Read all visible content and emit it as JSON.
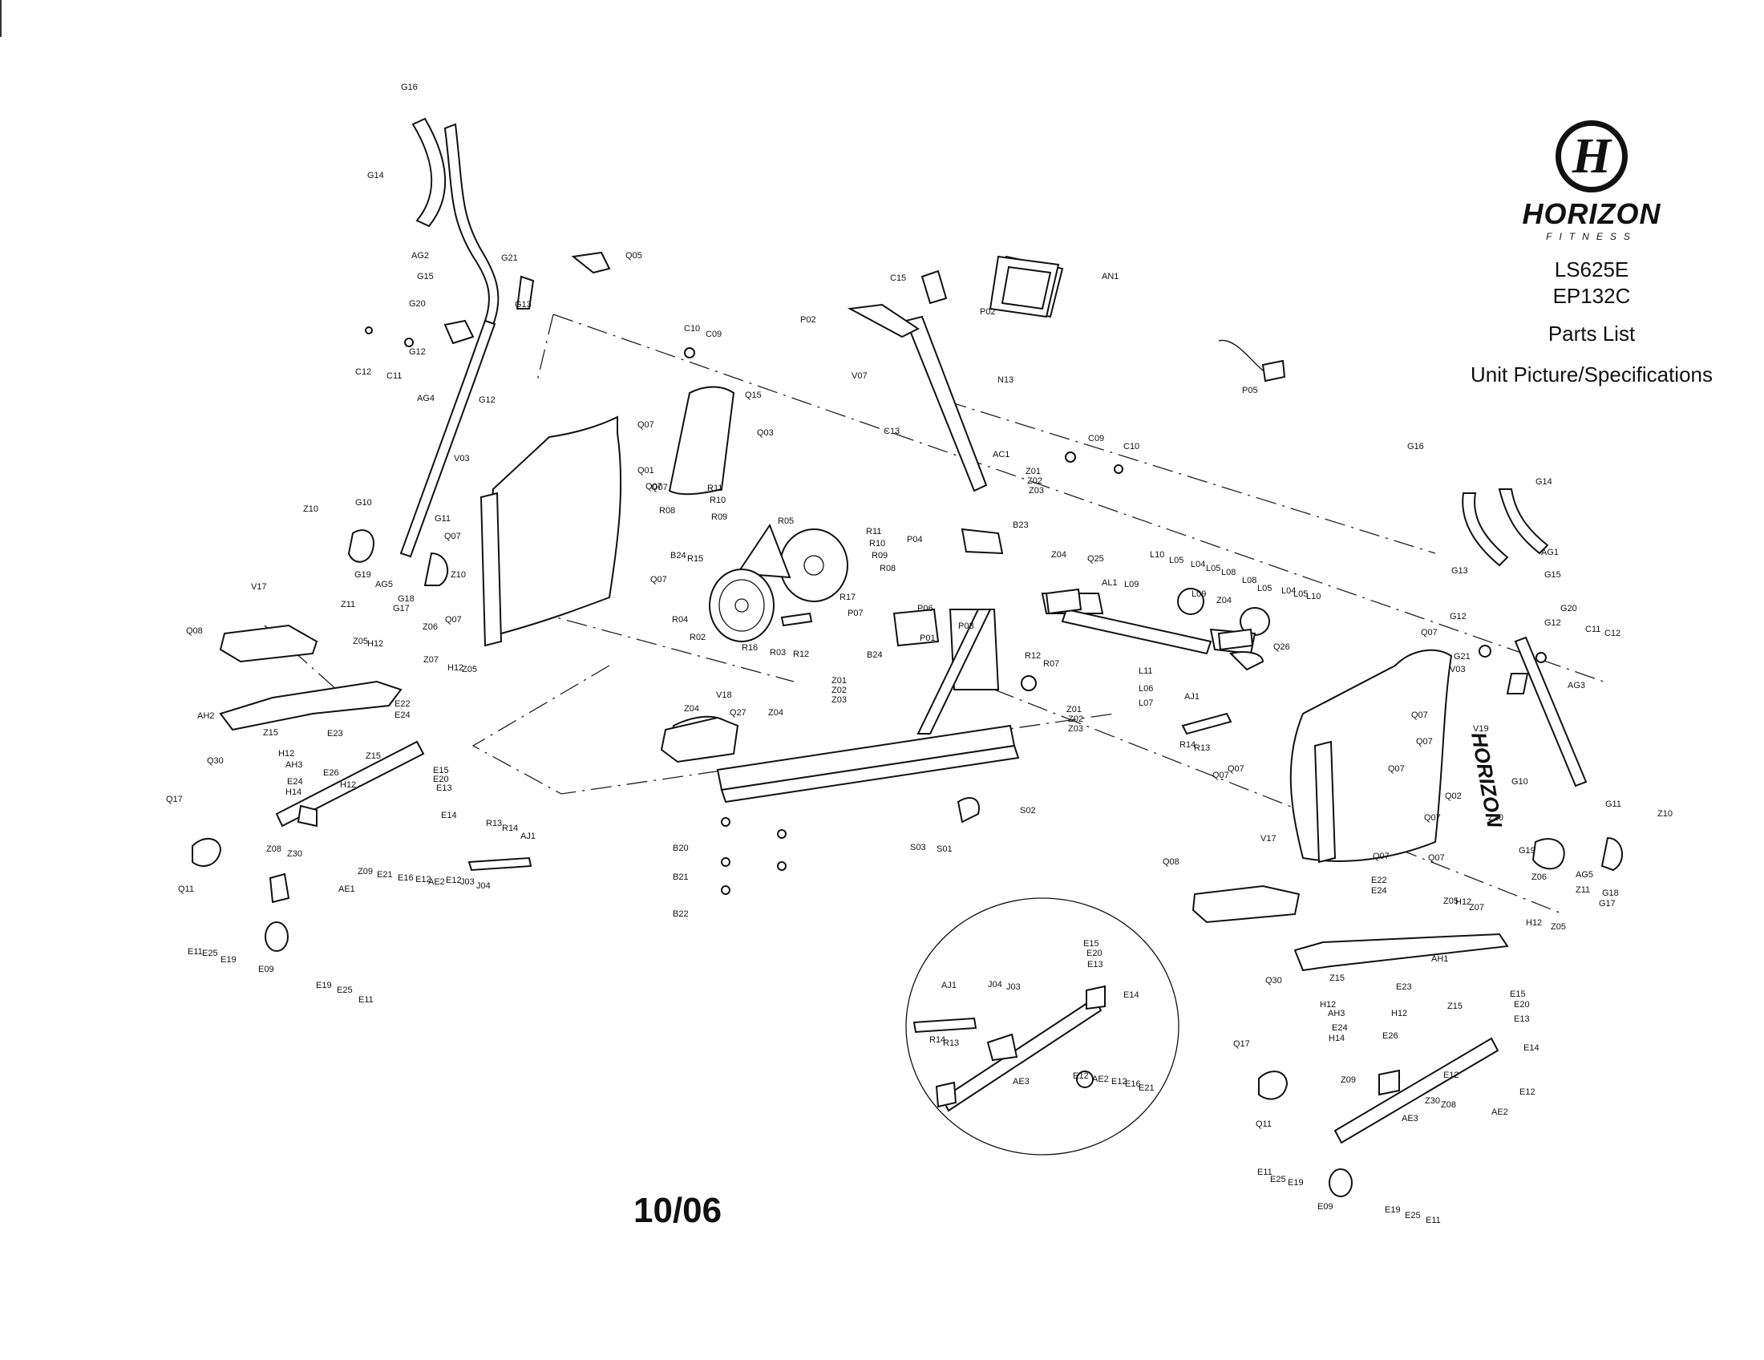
{
  "header": {
    "brand": "HORIZON",
    "brand_sub": "FITNESS",
    "emblem": "H",
    "models": [
      "LS625E",
      "EP132C"
    ],
    "doc_title": "Parts List",
    "doc_subtitle": "Unit Picture/Specifications"
  },
  "footer": {
    "date_code": "10/06"
  },
  "diagram": {
    "shroud_text": "HORIZON",
    "labels": {
      "c1": "G16",
      "c2": "G14",
      "c3": "AG2",
      "c4": "G15",
      "c5": "G20",
      "c6": "G21",
      "c7": "G13",
      "c8": "G12",
      "c9": "C11",
      "c10": "C12",
      "c11": "AG4",
      "c12": "G12",
      "c13": "Q05",
      "c14": "V03",
      "c15": "Q07",
      "c16": "Q01",
      "c17": "Q07",
      "c18": "Z10",
      "c19": "G10",
      "c20": "G11",
      "c21": "Q07",
      "c22": "Z10",
      "c23": "G19",
      "c24": "AG5",
      "c25": "Z11",
      "c26": "G18",
      "c27": "G17",
      "c28": "Z06",
      "c29": "Q07",
      "c30": "V17",
      "c31": "Q08",
      "c32": "Z05",
      "c33": "H12",
      "c34": "Z07",
      "c35": "H12",
      "c36": "Z05",
      "c37": "E22",
      "c38": "E24",
      "c39": "AH2",
      "c40": "Q30",
      "c41": "Z15",
      "c42": "E23",
      "c43": "H12",
      "c44": "AH3",
      "c45": "E26",
      "c46": "Z15",
      "c47": "E24",
      "c48": "H14",
      "c49": "H12",
      "c50": "Q17",
      "c51": "Q11",
      "c52": "Z08",
      "c53": "Z30",
      "c54": "Z09",
      "c55": "AE1",
      "c56": "E15",
      "c57": "E20",
      "c58": "E13",
      "c59": "E14",
      "c60": "E21",
      "c61": "E16",
      "c62": "E12",
      "c63": "AE2",
      "c64": "E12",
      "c65": "J03",
      "c66": "J04",
      "c67": "R13",
      "c68": "R14",
      "c69": "AJ1",
      "c70": "E11",
      "c71": "E25",
      "c72": "E19",
      "c73": "E09",
      "c74": "E19",
      "c75": "E25",
      "c76": "E11",
      "c77": "C10",
      "c78": "C09",
      "c79": "Q15",
      "c80": "Q03",
      "c81": "Q07",
      "c82": "R11",
      "c83": "R10",
      "c84": "R09",
      "c85": "R08",
      "c86": "B24",
      "c87": "R15",
      "c88": "Q07",
      "c89": "R05",
      "c90": "R11",
      "c91": "R10",
      "c92": "R09",
      "c93": "R08",
      "c94": "R17",
      "c95": "R04",
      "c96": "R02",
      "c97": "R16",
      "c98": "R03",
      "c99": "R12",
      "c100": "C15",
      "c101": "P02",
      "c102": "P02",
      "c103": "V07",
      "c104": "N13",
      "c105": "AN1",
      "c106": "C13",
      "c107": "AC1",
      "c108": "Z01",
      "c109": "Z02",
      "c110": "Z03",
      "c111": "P04",
      "c112": "B23",
      "c113": "P06",
      "c114": "P07",
      "c115": "P03",
      "c116": "P01",
      "c117": "B24",
      "c118": "Z01",
      "c119": "Z02",
      "c120": "Z03",
      "c121": "V18",
      "c122": "Z04",
      "c123": "Q27",
      "c124": "Z04",
      "c125": "R12",
      "c126": "R07",
      "c127": "Z01",
      "c128": "Z02",
      "c129": "Z03",
      "c130": "B20",
      "c131": "B21",
      "c132": "B22",
      "c133": "S02",
      "c134": "S03",
      "c135": "S01",
      "c136": "P05",
      "c137": "C09",
      "c138": "C10",
      "c139": "Z04",
      "c140": "Q25",
      "c141": "AL1",
      "c142": "L09",
      "c143": "L10",
      "c144": "L05",
      "c145": "L04",
      "c146": "L05",
      "c147": "L08",
      "c148": "L09",
      "c149": "Z04",
      "c150": "L08",
      "c151": "L05",
      "c152": "L04",
      "c153": "L05",
      "c154": "L10",
      "c155": "Q26",
      "c156": "L11",
      "c157": "L06",
      "c158": "L07",
      "c159": "AJ1",
      "c160": "R14",
      "c161": "R13",
      "c162": "G16",
      "c163": "G14",
      "c164": "AG1",
      "c165": "G13",
      "c166": "G15",
      "c167": "G20",
      "c168": "G12",
      "c169": "G12",
      "c170": "C11",
      "c171": "C12",
      "c172": "G21",
      "c173": "AG3",
      "c174": "Q07",
      "c175": "V03",
      "c176": "Q07",
      "c177": "V19",
      "c178": "Q07",
      "c179": "Q02",
      "c180": "Q07",
      "c181": "Q07",
      "c182": "G10",
      "c183": "G11",
      "c184": "Z10",
      "c185": "Z10",
      "c186": "G19",
      "c187": "AG5",
      "c188": "Z06",
      "c189": "Z11",
      "c190": "G18",
      "c191": "G17",
      "c192": "V17",
      "c193": "Q08",
      "c194": "E22",
      "c195": "E24",
      "c196": "Z05",
      "c197": "H12",
      "c198": "Z07",
      "c199": "H12",
      "c200": "Z05",
      "c201": "AH1",
      "c202": "Q30",
      "c203": "Z15",
      "c204": "E23",
      "c205": "H12",
      "c206": "AH3",
      "c207": "H12",
      "c208": "Z15",
      "c209": "E24",
      "c210": "H14",
      "c211": "E26",
      "c212": "E15",
      "c213": "E20",
      "c214": "E13",
      "c215": "E14",
      "c216": "Q17",
      "c217": "Z09",
      "c218": "E12",
      "c219": "E12",
      "c220": "Z30",
      "c221": "Z08",
      "c222": "AE2",
      "c223": "Q11",
      "c224": "AE3",
      "c225": "E11",
      "c226": "E25",
      "c227": "E19",
      "c228": "E09",
      "c229": "E19",
      "c230": "E25",
      "c231": "E11",
      "c232": "AJ1",
      "c233": "J04",
      "c234": "J03",
      "c235": "E15",
      "c236": "E20",
      "c237": "E13",
      "c238": "E14",
      "c239": "R14",
      "c240": "R13",
      "c241": "AE3",
      "c242": "E12",
      "c243": "AE2",
      "c244": "E12",
      "c245": "E16",
      "c246": "E21",
      "c247": "Q07",
      "c248": "Q07",
      "c249": "Q07",
      "c250": "Q07"
    }
  }
}
